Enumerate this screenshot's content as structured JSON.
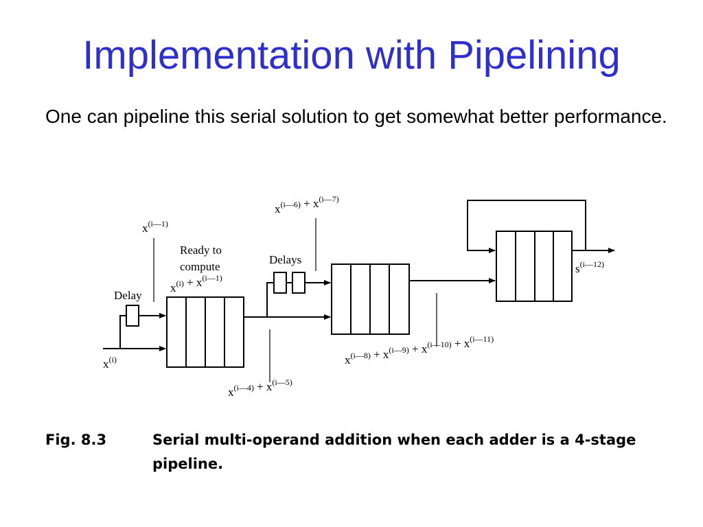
{
  "title": "Implementation with Pipelining",
  "body": "One can pipeline this serial solution to get somewhat better performance.",
  "caption": {
    "label": "Fig. 8.3",
    "text": "Serial multi-operand addition when each adder is a 4-stage pipeline."
  },
  "diagram": {
    "labels": {
      "delay": "Delay",
      "ready": "Ready to",
      "compute": "compute",
      "delays": "Delays"
    },
    "exprs": {
      "xi": {
        "base": "x",
        "sup": "(i)"
      },
      "xi1": {
        "base": "x",
        "sup": "(i—1)"
      },
      "sum1": [
        {
          "base": "x",
          "sup": "(i)"
        },
        {
          "op": "+"
        },
        {
          "base": "x",
          "sup": "(i—1)"
        }
      ],
      "sum45": [
        {
          "base": "x",
          "sup": "(i—4)"
        },
        {
          "op": "+"
        },
        {
          "base": "x",
          "sup": "(i—5)"
        }
      ],
      "sum67": [
        {
          "base": "x",
          "sup": "(i—6)"
        },
        {
          "op": "+"
        },
        {
          "base": "x",
          "sup": "(i—7)"
        }
      ],
      "sum811": [
        {
          "base": "x",
          "sup": "(i—8)"
        },
        {
          "op": "+"
        },
        {
          "base": "x",
          "sup": "(i—9)"
        },
        {
          "op": "+"
        },
        {
          "base": "x",
          "sup": "(i—10)"
        },
        {
          "op": "+"
        },
        {
          "base": "x",
          "sup": "(i—11)"
        }
      ],
      "s12": {
        "base": "s",
        "sup": "(i—12)"
      }
    }
  }
}
